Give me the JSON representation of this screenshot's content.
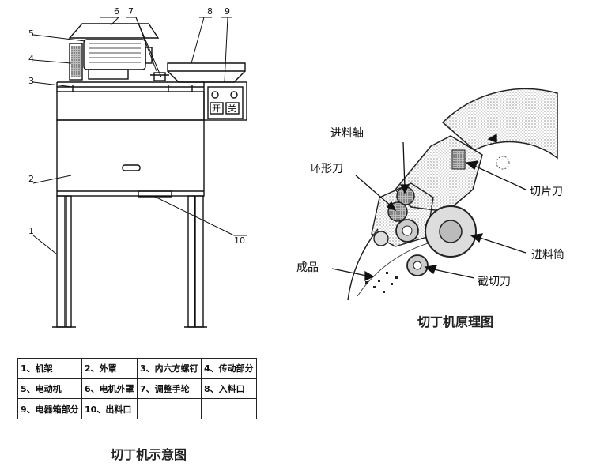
{
  "left_diagram": {
    "part_numbers": [
      "1",
      "2",
      "3",
      "4",
      "5",
      "6",
      "7",
      "8",
      "9",
      "10"
    ],
    "panel_buttons": [
      "开",
      "关"
    ],
    "legend": [
      [
        "1、机架",
        "2、外罩",
        "3、内六方螺钉",
        "4、传动部分"
      ],
      [
        "5、电动机",
        "6、电机外罩",
        "7、调整手轮",
        "8、入料口"
      ],
      [
        "9、电器箱部分",
        "10、出料口",
        "",
        ""
      ]
    ],
    "caption": "切丁机示意图"
  },
  "right_diagram": {
    "labels": {
      "feed_shaft": "进料轴",
      "ring_knife": "环形刀",
      "product": "成品",
      "slice_knife": "切片刀",
      "feed_drum": "进料筒",
      "cross_knife": "截切刀"
    },
    "caption": "切丁机原理图"
  }
}
